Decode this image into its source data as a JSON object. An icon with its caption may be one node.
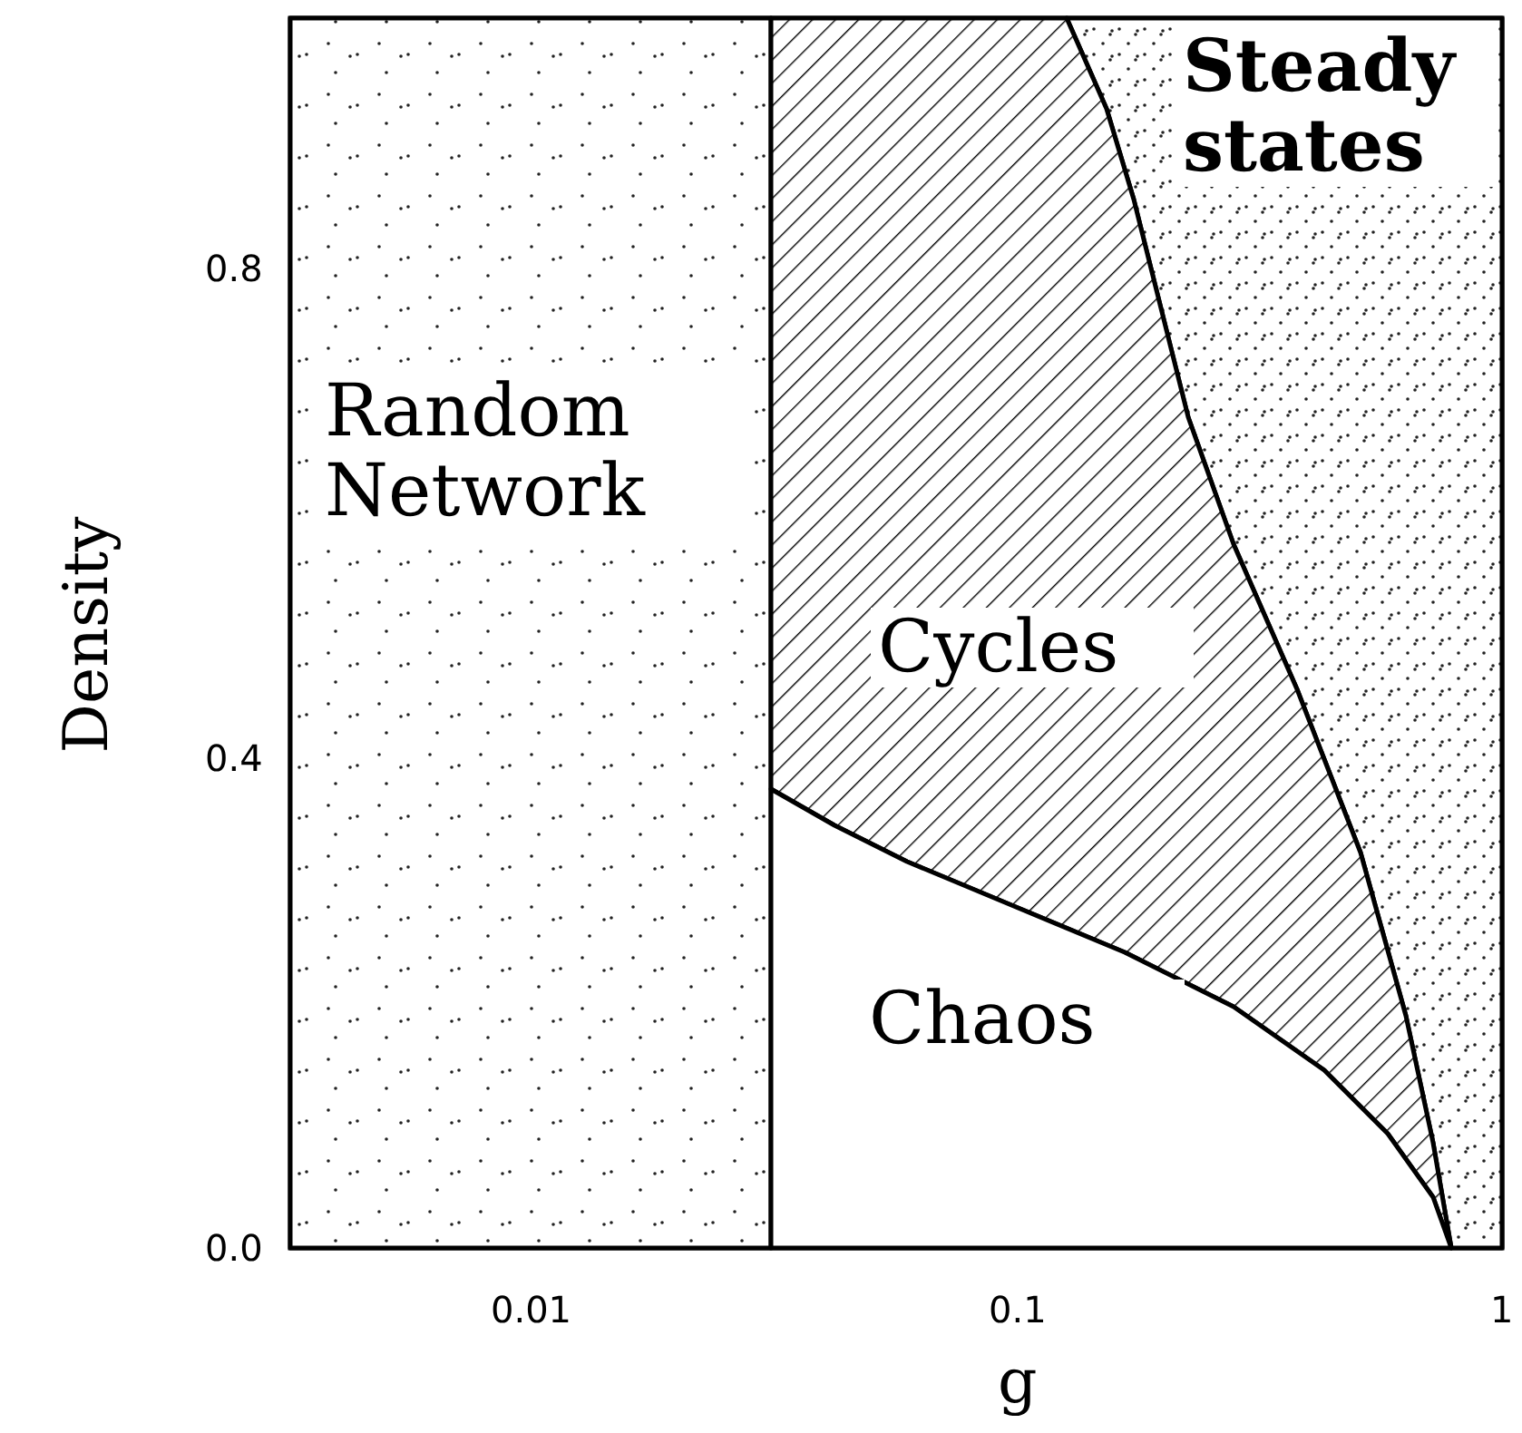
{
  "diagram": {
    "nodes": [
      {
        "text": [
          "Random Network"
        ]
      },
      {
        "text": [
          "Steady states"
        ]
      },
      {
        "text": [
          "Cycles"
        ]
      },
      {
        "text": [
          "Chaos"
        ]
      }
    ],
    "labels": [
      "0.8",
      "0.4",
      "0.0",
      "Density",
      "0.01",
      "0.1",
      "1",
      "g"
    ]
  }
}
